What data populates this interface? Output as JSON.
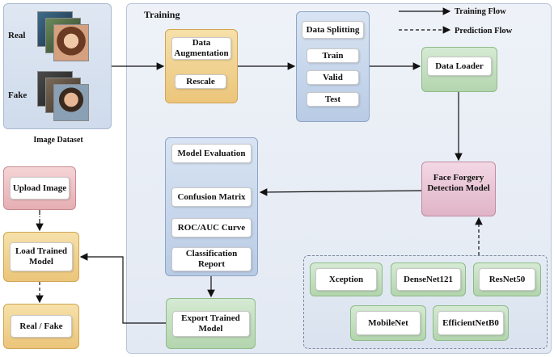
{
  "dataset": {
    "real_label": "Real",
    "fake_label": "Fake",
    "caption": "Image Dataset"
  },
  "training": {
    "title": "Training"
  },
  "legend": {
    "training_flow": "Training Flow",
    "prediction_flow": "Prediction Flow"
  },
  "augmentation": {
    "title": "Data Augmentation",
    "item": "Rescale"
  },
  "splitting": {
    "title": "Data Splitting",
    "items": [
      "Train",
      "Valid",
      "Test"
    ]
  },
  "data_loader": "Data Loader",
  "forgery_model": "Face Forgery Detection Model",
  "evaluation": {
    "title": "Model Evaluation",
    "items": [
      "Confusion Matrix",
      "ROC/AUC Curve",
      "Classification Report"
    ]
  },
  "export_model": "Export Trained Model",
  "models": [
    "Xception",
    "DenseNet121",
    "ResNet50",
    "MobileNet",
    "EfficientNetB0"
  ],
  "prediction": {
    "upload": "Upload Image",
    "load": "Load Trained Model",
    "result": "Real / Fake"
  },
  "colors": {
    "orange": "#ebc57a",
    "blue": "#b9cbe5",
    "green": "#b3d5ae",
    "pink": "#dfb4c6",
    "red_box": "#e6aeb2"
  }
}
